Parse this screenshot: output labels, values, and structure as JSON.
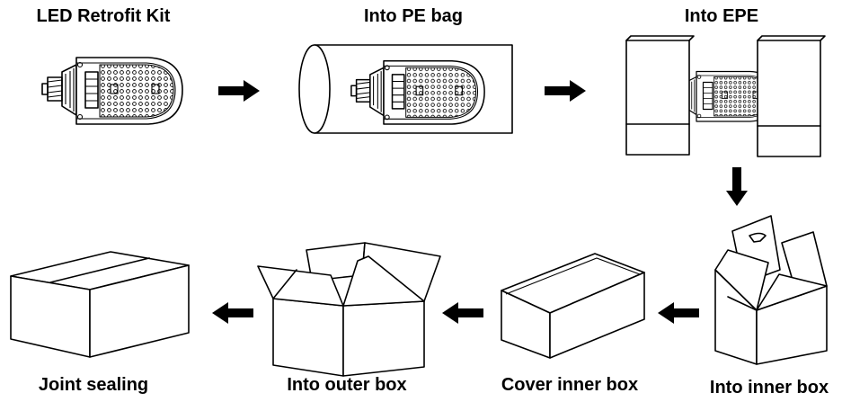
{
  "steps": [
    {
      "id": "led-retrofit-kit",
      "label": "LED Retrofit Kit"
    },
    {
      "id": "into-pe-bag",
      "label": "Into PE bag"
    },
    {
      "id": "into-epe",
      "label": "Into EPE"
    },
    {
      "id": "into-inner-box",
      "label": "Into inner box"
    },
    {
      "id": "cover-inner-box",
      "label": "Cover inner box"
    },
    {
      "id": "into-outer-box",
      "label": "Into outer box"
    },
    {
      "id": "joint-sealing",
      "label": "Joint sealing"
    }
  ],
  "arrows": [
    {
      "from": "led-retrofit-kit",
      "to": "into-pe-bag",
      "direction": "right"
    },
    {
      "from": "into-pe-bag",
      "to": "into-epe",
      "direction": "right"
    },
    {
      "from": "into-epe",
      "to": "into-inner-box",
      "direction": "down"
    },
    {
      "from": "into-inner-box",
      "to": "cover-inner-box",
      "direction": "left"
    },
    {
      "from": "cover-inner-box",
      "to": "into-outer-box",
      "direction": "left"
    },
    {
      "from": "into-outer-box",
      "to": "joint-sealing",
      "direction": "left"
    }
  ],
  "colors": {
    "line": "#000000",
    "background": "#ffffff"
  }
}
